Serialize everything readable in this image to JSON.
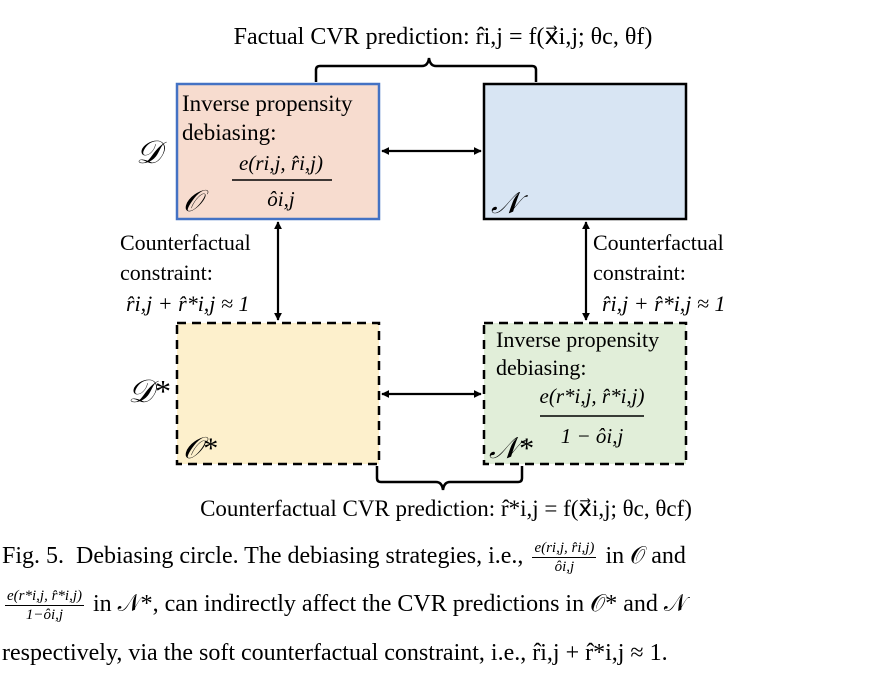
{
  "top_label": "Factual CVR prediction: r̂i,j = f(x⃗i,j; θc, θf)",
  "bottom_label": "Counterfactual CVR prediction: r̂*i,j = f(x⃗i,j; θc, θcf)",
  "boxes": {
    "O": {
      "symbol": "𝒪",
      "line1": "Inverse propensity",
      "line2": "debiasing:",
      "frac_num": "e(ri,j, r̂i,j)",
      "frac_den": "ôi,j",
      "fill": "#f7dccf",
      "stroke": "#4472c4"
    },
    "N": {
      "symbol": "𝒩",
      "fill": "#d8e5f3",
      "stroke": "#000000"
    },
    "O_star": {
      "symbol": "𝒪*",
      "fill": "#fdf0cc",
      "stroke": "#000000"
    },
    "N_star": {
      "symbol": "𝒩*",
      "line1": "Inverse propensity",
      "line2": "debiasing:",
      "frac_num": "e(r*i,j, r̂*i,j)",
      "frac_den": "1 − ôi,j",
      "fill": "#e1eed9",
      "stroke": "#000000"
    }
  },
  "set_labels": {
    "D": "𝒟",
    "D_star": "𝒟*"
  },
  "left_constraint": {
    "line1": "Counterfactual",
    "line2": "constraint:",
    "formula": "r̂i,j + r̂*i,j ≈ 1"
  },
  "right_constraint": {
    "line1": "Counterfactual",
    "line2": "constraint:",
    "formula": "r̂i,j + r̂*i,j ≈ 1"
  },
  "caption": {
    "prefix": "Fig. 5.",
    "part1": "Debiasing circle. The debiasing strategies, i.e.,",
    "frac1_num": "e(ri,j, r̂i,j)",
    "frac1_den": "ôi,j",
    "part2": "in 𝒪 and",
    "frac2_num": "e(r*i,j, r̂*i,j)",
    "frac2_den": "1−ôi,j",
    "part3": "in 𝒩*, can indirectly affect the CVR predictions in 𝒪* and 𝒩",
    "part4": "respectively, via the soft counterfactual constraint, i.e., r̂i,j + r̂*i,j ≈ 1."
  }
}
